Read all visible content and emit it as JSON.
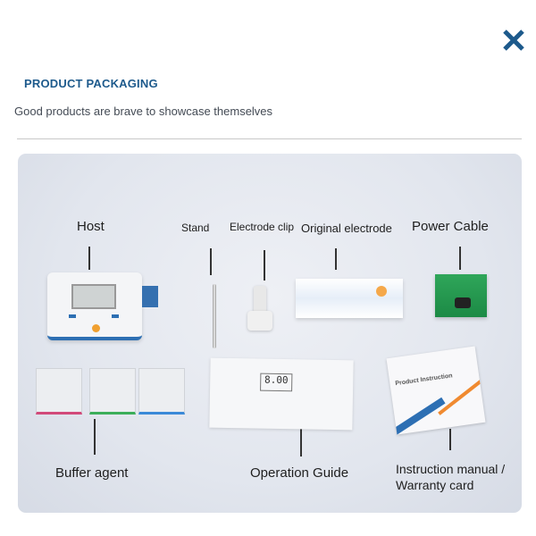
{
  "header": {
    "section_title": "PRODUCT PACKAGING",
    "subtitle": "Good products are brave to showcase themselves",
    "close_icon": "close-icon",
    "accent": "#1d5a8c"
  },
  "photo": {
    "labels": {
      "host": "Host",
      "stand": "Stand",
      "electrode_clip": "Electrode clip",
      "original_electrode": "Original electrode",
      "power_cable": "Power Cable",
      "buffer_agent": "Buffer agent",
      "operation_guide": "Operation Guide",
      "instruction_manual": "Instruction manual /",
      "warranty_card": "Warranty card"
    },
    "meter_display": "8.00",
    "manual_title": "Product Instruction"
  }
}
